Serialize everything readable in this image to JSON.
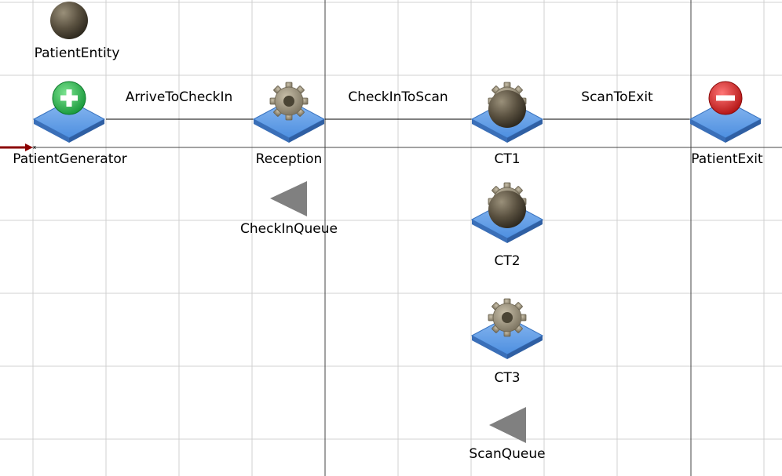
{
  "colors": {
    "grid": "#d0d0d0",
    "axis": "#444444",
    "platform": "#4d8fe0",
    "entity": "#5a5140",
    "gear": "#8c8370",
    "generator": "#22b04a",
    "exit": "#d41f1f",
    "queue": "#808080",
    "origin_arrow": "#8b0000"
  },
  "entity": {
    "label": "PatientEntity",
    "icon": "sphere-entity-icon"
  },
  "generator": {
    "label": "PatientGenerator",
    "icon": "plus-icon"
  },
  "reception": {
    "label": "Reception",
    "icon": "gear-icon"
  },
  "ct1": {
    "label": "CT1",
    "icon": "gear-icon"
  },
  "ct2": {
    "label": "CT2",
    "icon": "gear-icon"
  },
  "ct3": {
    "label": "CT3",
    "icon": "gear-icon"
  },
  "exit": {
    "label": "PatientExit",
    "icon": "minus-icon"
  },
  "checkin_queue": {
    "label": "CheckInQueue",
    "icon": "triangle-queue-icon"
  },
  "scan_queue": {
    "label": "ScanQueue",
    "icon": "triangle-queue-icon"
  },
  "links": {
    "arrive_to_checkin": "ArriveToCheckIn",
    "checkin_to_scan": "CheckInToScan",
    "scan_to_exit": "ScanToExit"
  }
}
